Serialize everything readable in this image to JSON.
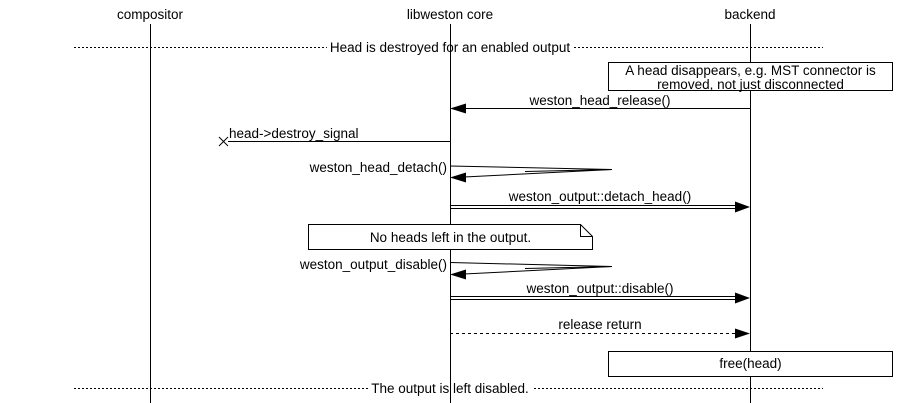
{
  "diagram": {
    "type": "sequence-diagram",
    "participants": [
      {
        "name": "compositor"
      },
      {
        "name": "libweston core"
      },
      {
        "name": "backend"
      }
    ],
    "dividers": [
      {
        "label": "Head is destroyed for an enabled output"
      },
      {
        "label": "The output is left disabled."
      }
    ],
    "notes": {
      "mst": {
        "line1": "A head disappears, e.g. MST connector is",
        "line2": "removed, not just disconnected"
      },
      "no_heads": {
        "text": "No heads left in the output."
      },
      "free_head": {
        "text": "free(head)"
      }
    },
    "messages": [
      {
        "label": "weston_head_release()",
        "from": "backend",
        "to": "libweston core",
        "style": "solid-arrow"
      },
      {
        "label": "head->destroy_signal",
        "from": "libweston core",
        "to": "lost",
        "style": "lost-message-x"
      },
      {
        "label": "weston_head_detach()",
        "from": "libweston core",
        "to": "libweston core",
        "style": "self-call"
      },
      {
        "label": "weston_output::detach_head()",
        "from": "libweston core",
        "to": "backend",
        "style": "double-line-call"
      },
      {
        "label": "weston_output_disable()",
        "from": "libweston core",
        "to": "libweston core",
        "style": "self-call"
      },
      {
        "label": "weston_output::disable()",
        "from": "libweston core",
        "to": "backend",
        "style": "double-line-call"
      },
      {
        "label": "release return",
        "from": "libweston core",
        "to": "backend",
        "style": "dotted-return"
      }
    ],
    "colors": {
      "stroke": "#000000",
      "background": "#ffffff"
    }
  }
}
